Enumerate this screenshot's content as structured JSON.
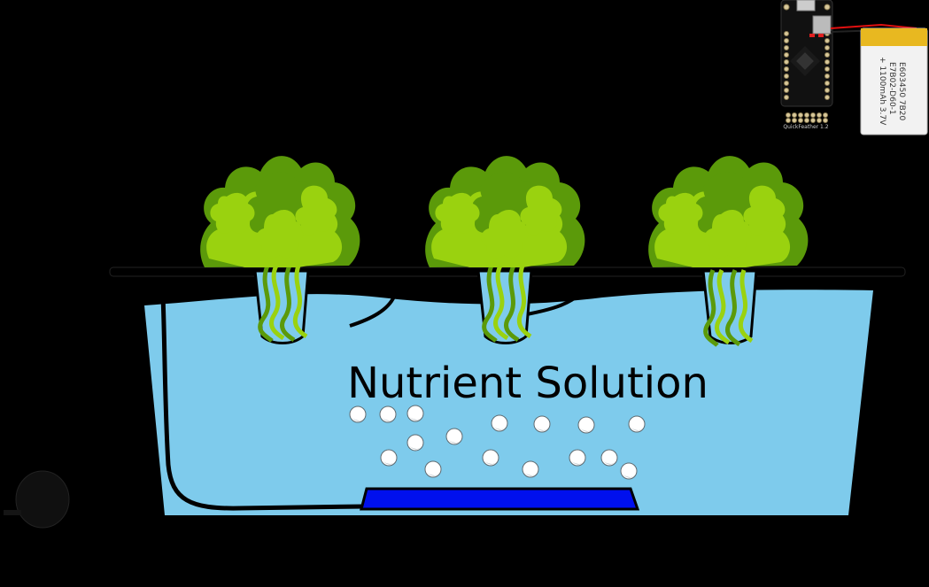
{
  "diagram": {
    "solution_label": "Nutrient Solution",
    "board_label": "QuickFeather 1.2",
    "battery": {
      "line1": "E603450 7B20",
      "line2": "E7B02-D60-1",
      "line3": "+ 1100mAh 3.7V"
    },
    "colors": {
      "background": "#000000",
      "water": "#7ecbec",
      "leaf_dark": "#5b9a0a",
      "leaf_light": "#9ad20f",
      "air_stone": "#0010ee",
      "battery": "#f2f2f2",
      "battery_cap": "#e8b820"
    }
  }
}
